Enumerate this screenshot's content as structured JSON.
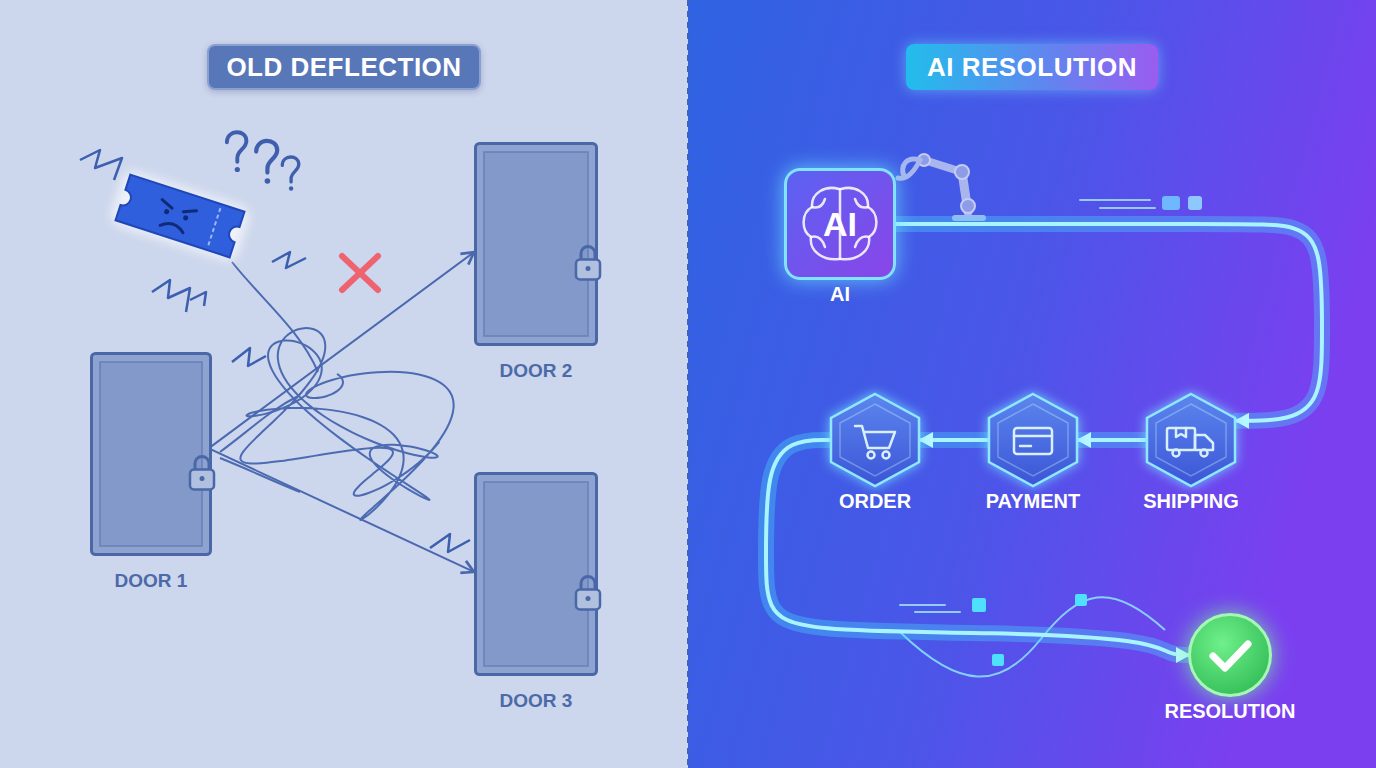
{
  "diagram": {
    "nodes": [
      {
        "text": [
          "OLD DEFLECTION"
        ]
      },
      {
        "text": [
          "AI RESOLUTION"
        ]
      },
      {
        "text": [
          "DOOR 1"
        ]
      },
      {
        "text": [
          "DOOR 2"
        ]
      },
      {
        "text": [
          "DOOR 3"
        ]
      },
      {
        "text": [
          "AI",
          "AI"
        ]
      },
      {
        "text": [
          "ORDER"
        ]
      },
      {
        "text": [
          "PAYMENT"
        ]
      },
      {
        "text": [
          "SHIPPING"
        ]
      },
      {
        "text": [
          "RESOLUTION"
        ]
      }
    ],
    "edges": [
      {
        "from": 2,
        "to": 3,
        "arrow": "to"
      },
      {
        "from": 2,
        "to": 4,
        "arrow": "to"
      },
      {
        "from": 5,
        "to": 8,
        "arrow": "to"
      },
      {
        "from": 8,
        "to": 7,
        "arrow": "to"
      },
      {
        "from": 7,
        "to": 6,
        "arrow": "to"
      },
      {
        "from": 6,
        "to": 9,
        "arrow": "to"
      }
    ]
  }
}
